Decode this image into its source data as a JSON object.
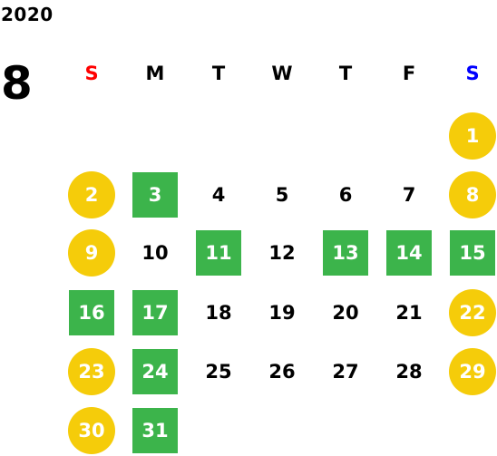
{
  "year": "2020",
  "month": "8",
  "weekday_colors": {
    "sunday": "#ff0000",
    "saturday": "#0000ff",
    "weekday": "#000000",
    "holiday_circle": "#f5cc0a",
    "green_square": "#3cb44b"
  },
  "weekdays": [
    "S",
    "M",
    "T",
    "W",
    "T",
    "F",
    "S"
  ],
  "days": [
    {
      "label": "1",
      "style": "holiday"
    },
    {
      "label": "2",
      "style": "holiday"
    },
    {
      "label": "3",
      "style": "green"
    },
    {
      "label": "4",
      "style": "plain"
    },
    {
      "label": "5",
      "style": "plain"
    },
    {
      "label": "6",
      "style": "plain"
    },
    {
      "label": "7",
      "style": "plain"
    },
    {
      "label": "8",
      "style": "holiday"
    },
    {
      "label": "9",
      "style": "holiday"
    },
    {
      "label": "10",
      "style": "plain"
    },
    {
      "label": "11",
      "style": "green"
    },
    {
      "label": "12",
      "style": "plain"
    },
    {
      "label": "13",
      "style": "green"
    },
    {
      "label": "14",
      "style": "green"
    },
    {
      "label": "15",
      "style": "green"
    },
    {
      "label": "16",
      "style": "green"
    },
    {
      "label": "17",
      "style": "green"
    },
    {
      "label": "18",
      "style": "plain"
    },
    {
      "label": "19",
      "style": "plain"
    },
    {
      "label": "20",
      "style": "plain"
    },
    {
      "label": "21",
      "style": "plain"
    },
    {
      "label": "22",
      "style": "holiday"
    },
    {
      "label": "23",
      "style": "holiday"
    },
    {
      "label": "24",
      "style": "green"
    },
    {
      "label": "25",
      "style": "plain"
    },
    {
      "label": "26",
      "style": "plain"
    },
    {
      "label": "27",
      "style": "plain"
    },
    {
      "label": "28",
      "style": "plain"
    },
    {
      "label": "29",
      "style": "holiday"
    },
    {
      "label": "30",
      "style": "holiday"
    },
    {
      "label": "31",
      "style": "green"
    }
  ]
}
